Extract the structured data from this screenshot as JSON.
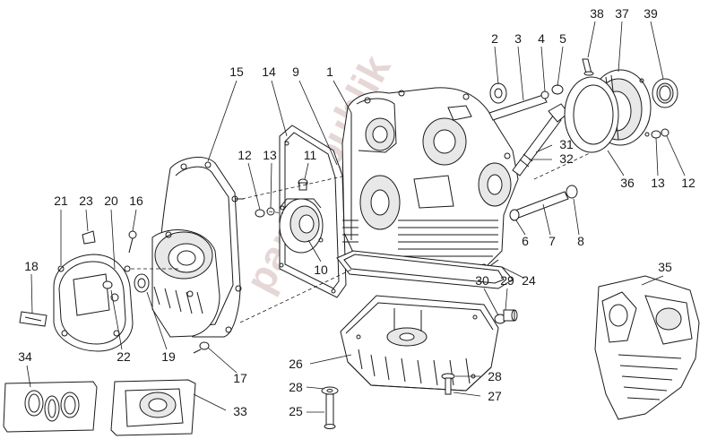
{
  "watermark": "partsrepublik",
  "callouts": [
    {
      "id": "1",
      "label": "1"
    },
    {
      "id": "2",
      "label": "2"
    },
    {
      "id": "3",
      "label": "3"
    },
    {
      "id": "4",
      "label": "4"
    },
    {
      "id": "5",
      "label": "5"
    },
    {
      "id": "6",
      "label": "6"
    },
    {
      "id": "7",
      "label": "7"
    },
    {
      "id": "8",
      "label": "8"
    },
    {
      "id": "9",
      "label": "9"
    },
    {
      "id": "10",
      "label": "10"
    },
    {
      "id": "11",
      "label": "11"
    },
    {
      "id": "12a",
      "label": "12"
    },
    {
      "id": "12b",
      "label": "12"
    },
    {
      "id": "13a",
      "label": "13"
    },
    {
      "id": "13b",
      "label": "13"
    },
    {
      "id": "14",
      "label": "14"
    },
    {
      "id": "15",
      "label": "15"
    },
    {
      "id": "16",
      "label": "16"
    },
    {
      "id": "17",
      "label": "17"
    },
    {
      "id": "18",
      "label": "18"
    },
    {
      "id": "19",
      "label": "19"
    },
    {
      "id": "20",
      "label": "20"
    },
    {
      "id": "21",
      "label": "21"
    },
    {
      "id": "22",
      "label": "22"
    },
    {
      "id": "23",
      "label": "23"
    },
    {
      "id": "24",
      "label": "24"
    },
    {
      "id": "25",
      "label": "25"
    },
    {
      "id": "26",
      "label": "26"
    },
    {
      "id": "27",
      "label": "27"
    },
    {
      "id": "28a",
      "label": "28"
    },
    {
      "id": "28b",
      "label": "28"
    },
    {
      "id": "29",
      "label": "29"
    },
    {
      "id": "30",
      "label": "30"
    },
    {
      "id": "31",
      "label": "31"
    },
    {
      "id": "32",
      "label": "32"
    },
    {
      "id": "33",
      "label": "33"
    },
    {
      "id": "34",
      "label": "34"
    },
    {
      "id": "35",
      "label": "35"
    },
    {
      "id": "36",
      "label": "36"
    },
    {
      "id": "37",
      "label": "37"
    },
    {
      "id": "38",
      "label": "38"
    },
    {
      "id": "39",
      "label": "39"
    }
  ]
}
